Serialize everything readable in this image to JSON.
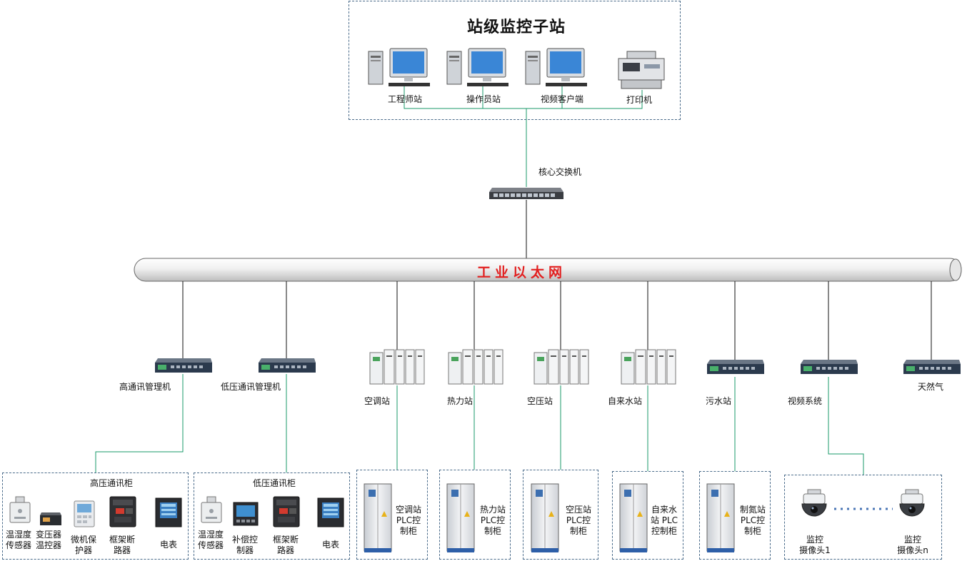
{
  "station": {
    "title": "站级监控子站",
    "devices": [
      {
        "label": "工程师站",
        "icon": "workstation-icon"
      },
      {
        "label": "操作员站",
        "icon": "workstation-icon"
      },
      {
        "label": "视频客户端",
        "icon": "workstation-icon"
      },
      {
        "label": "打印机",
        "icon": "printer-icon"
      }
    ]
  },
  "core_switch": {
    "label": "核心交换机",
    "icon": "network-switch-icon"
  },
  "bus": {
    "label": "工业以太网"
  },
  "nodes": [
    {
      "label": "高通讯管理机",
      "icon": "comm-manager-icon"
    },
    {
      "label": "低压通讯管理机",
      "icon": "comm-manager-icon"
    },
    {
      "label": "空调站",
      "icon": "plc-module-icon"
    },
    {
      "label": "热力站",
      "icon": "plc-module-icon"
    },
    {
      "label": "空压站",
      "icon": "plc-module-icon"
    },
    {
      "label": "自来水站",
      "icon": "plc-module-icon"
    },
    {
      "label": "污水站",
      "icon": "comm-manager-icon"
    },
    {
      "label": "视频系统",
      "icon": "comm-manager-icon"
    },
    {
      "label": "天然气",
      "icon": "comm-manager-icon"
    }
  ],
  "cabinets": {
    "high": {
      "title": "高压通讯柜",
      "items": [
        {
          "lines": [
            "温湿度",
            "传感器"
          ],
          "icon": "humidity-sensor-icon"
        },
        {
          "lines": [
            "变压器",
            "温控器"
          ],
          "icon": "temp-controller-icon"
        },
        {
          "lines": [
            "微机保",
            "护器"
          ],
          "icon": "protection-relay-icon"
        },
        {
          "lines": [
            "框架断",
            "路器"
          ],
          "icon": "circuit-breaker-icon"
        },
        {
          "lines": [
            "电表"
          ],
          "icon": "power-meter-icon"
        }
      ]
    },
    "low": {
      "title": "低压通讯柜",
      "items": [
        {
          "lines": [
            "温湿度",
            "传感器"
          ],
          "icon": "humidity-sensor-icon"
        },
        {
          "lines": [
            "补偿控",
            "制器"
          ],
          "icon": "compensation-controller-icon"
        },
        {
          "lines": [
            "框架断",
            "路器"
          ],
          "icon": "circuit-breaker-icon"
        },
        {
          "lines": [
            "电表"
          ],
          "icon": "power-meter-icon"
        }
      ]
    },
    "plc": [
      {
        "lines": [
          "空调站",
          "PLC控",
          "制柜"
        ],
        "icon": "plc-cabinet-icon"
      },
      {
        "lines": [
          "热力站",
          "PLC控",
          "制柜"
        ],
        "icon": "plc-cabinet-icon"
      },
      {
        "lines": [
          "空压站",
          "PLC控",
          "制柜"
        ],
        "icon": "plc-cabinet-icon"
      },
      {
        "lines": [
          "自来水",
          "站 PLC",
          "控制柜"
        ],
        "icon": "plc-cabinet-icon"
      },
      {
        "lines": [
          "制氮站",
          "PLC控",
          "制柜"
        ],
        "icon": "plc-cabinet-icon"
      }
    ],
    "cameras": [
      {
        "lines": [
          "监控",
          "摄像头1"
        ],
        "icon": "dome-camera-icon"
      },
      {
        "lines": [
          "监控",
          "摄像头n"
        ],
        "icon": "dome-camera-icon"
      }
    ]
  },
  "colors": {
    "link_green": "#1a9a6a",
    "link_black": "#111111",
    "bus_label": "#e21f1f",
    "box_border": "#4a6b8a"
  }
}
